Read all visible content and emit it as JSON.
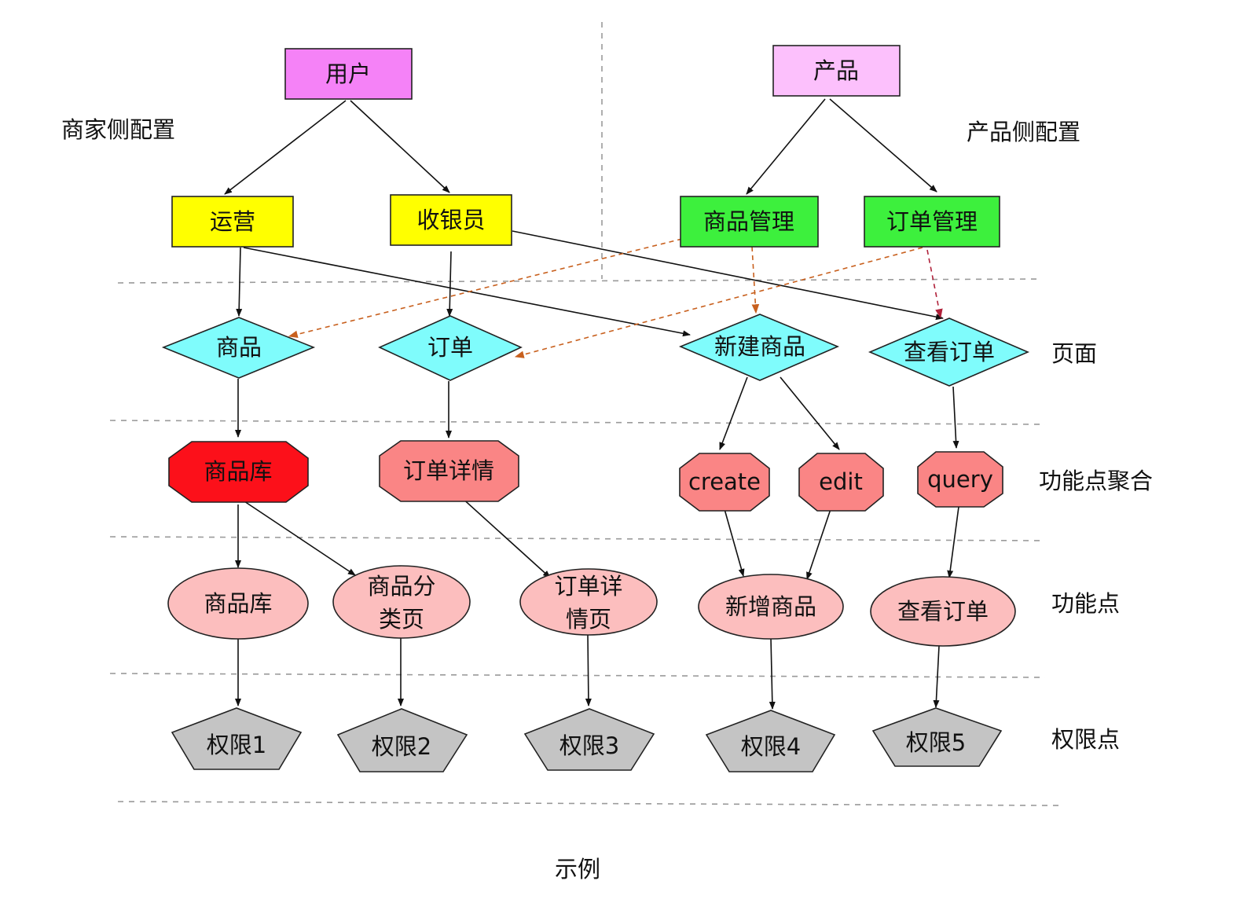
{
  "colors": {
    "user_box": "#f582f7",
    "product_box": "#fcc0fc",
    "role_box": "#ffff00",
    "module_box": "#3df03d",
    "page_diamond": "#7ffcfc",
    "agg_highlight": "#fc101a",
    "agg": "#fa8585",
    "function_ellipse": "#fcbebe",
    "permission": "#c4c4c4",
    "dashed_orange": "#c8601e",
    "dashed_red": "#b0213a"
  },
  "section_labels": {
    "merchant_side": "商家侧配置",
    "product_side": "产品侧配置",
    "pages": "页面",
    "feature_group": "功能点聚合",
    "features": "功能点",
    "permissions": "权限点",
    "caption": "示例"
  },
  "top": {
    "user": "用户",
    "product": "产品"
  },
  "roles": {
    "ops": "运营",
    "cashier": "收银员"
  },
  "modules": {
    "goods_mgmt": "商品管理",
    "order_mgmt": "订单管理"
  },
  "pages": {
    "goods": "商品",
    "order": "订单",
    "new_goods": "新建商品",
    "view_order": "查看订单"
  },
  "aggregates": {
    "goods_lib": "商品库",
    "order_detail": "订单详情",
    "create": "create",
    "edit": "edit",
    "query": "query"
  },
  "features": {
    "goods_lib": "商品库",
    "goods_cat_l1": "商品分",
    "goods_cat_l2": "类页",
    "order_detail_l1": "订单详",
    "order_detail_l2": "情页",
    "add_goods": "新增商品",
    "view_order": "查看订单"
  },
  "permissions": {
    "p1": "权限1",
    "p2": "权限2",
    "p3": "权限3",
    "p4": "权限4",
    "p5": "权限5"
  }
}
